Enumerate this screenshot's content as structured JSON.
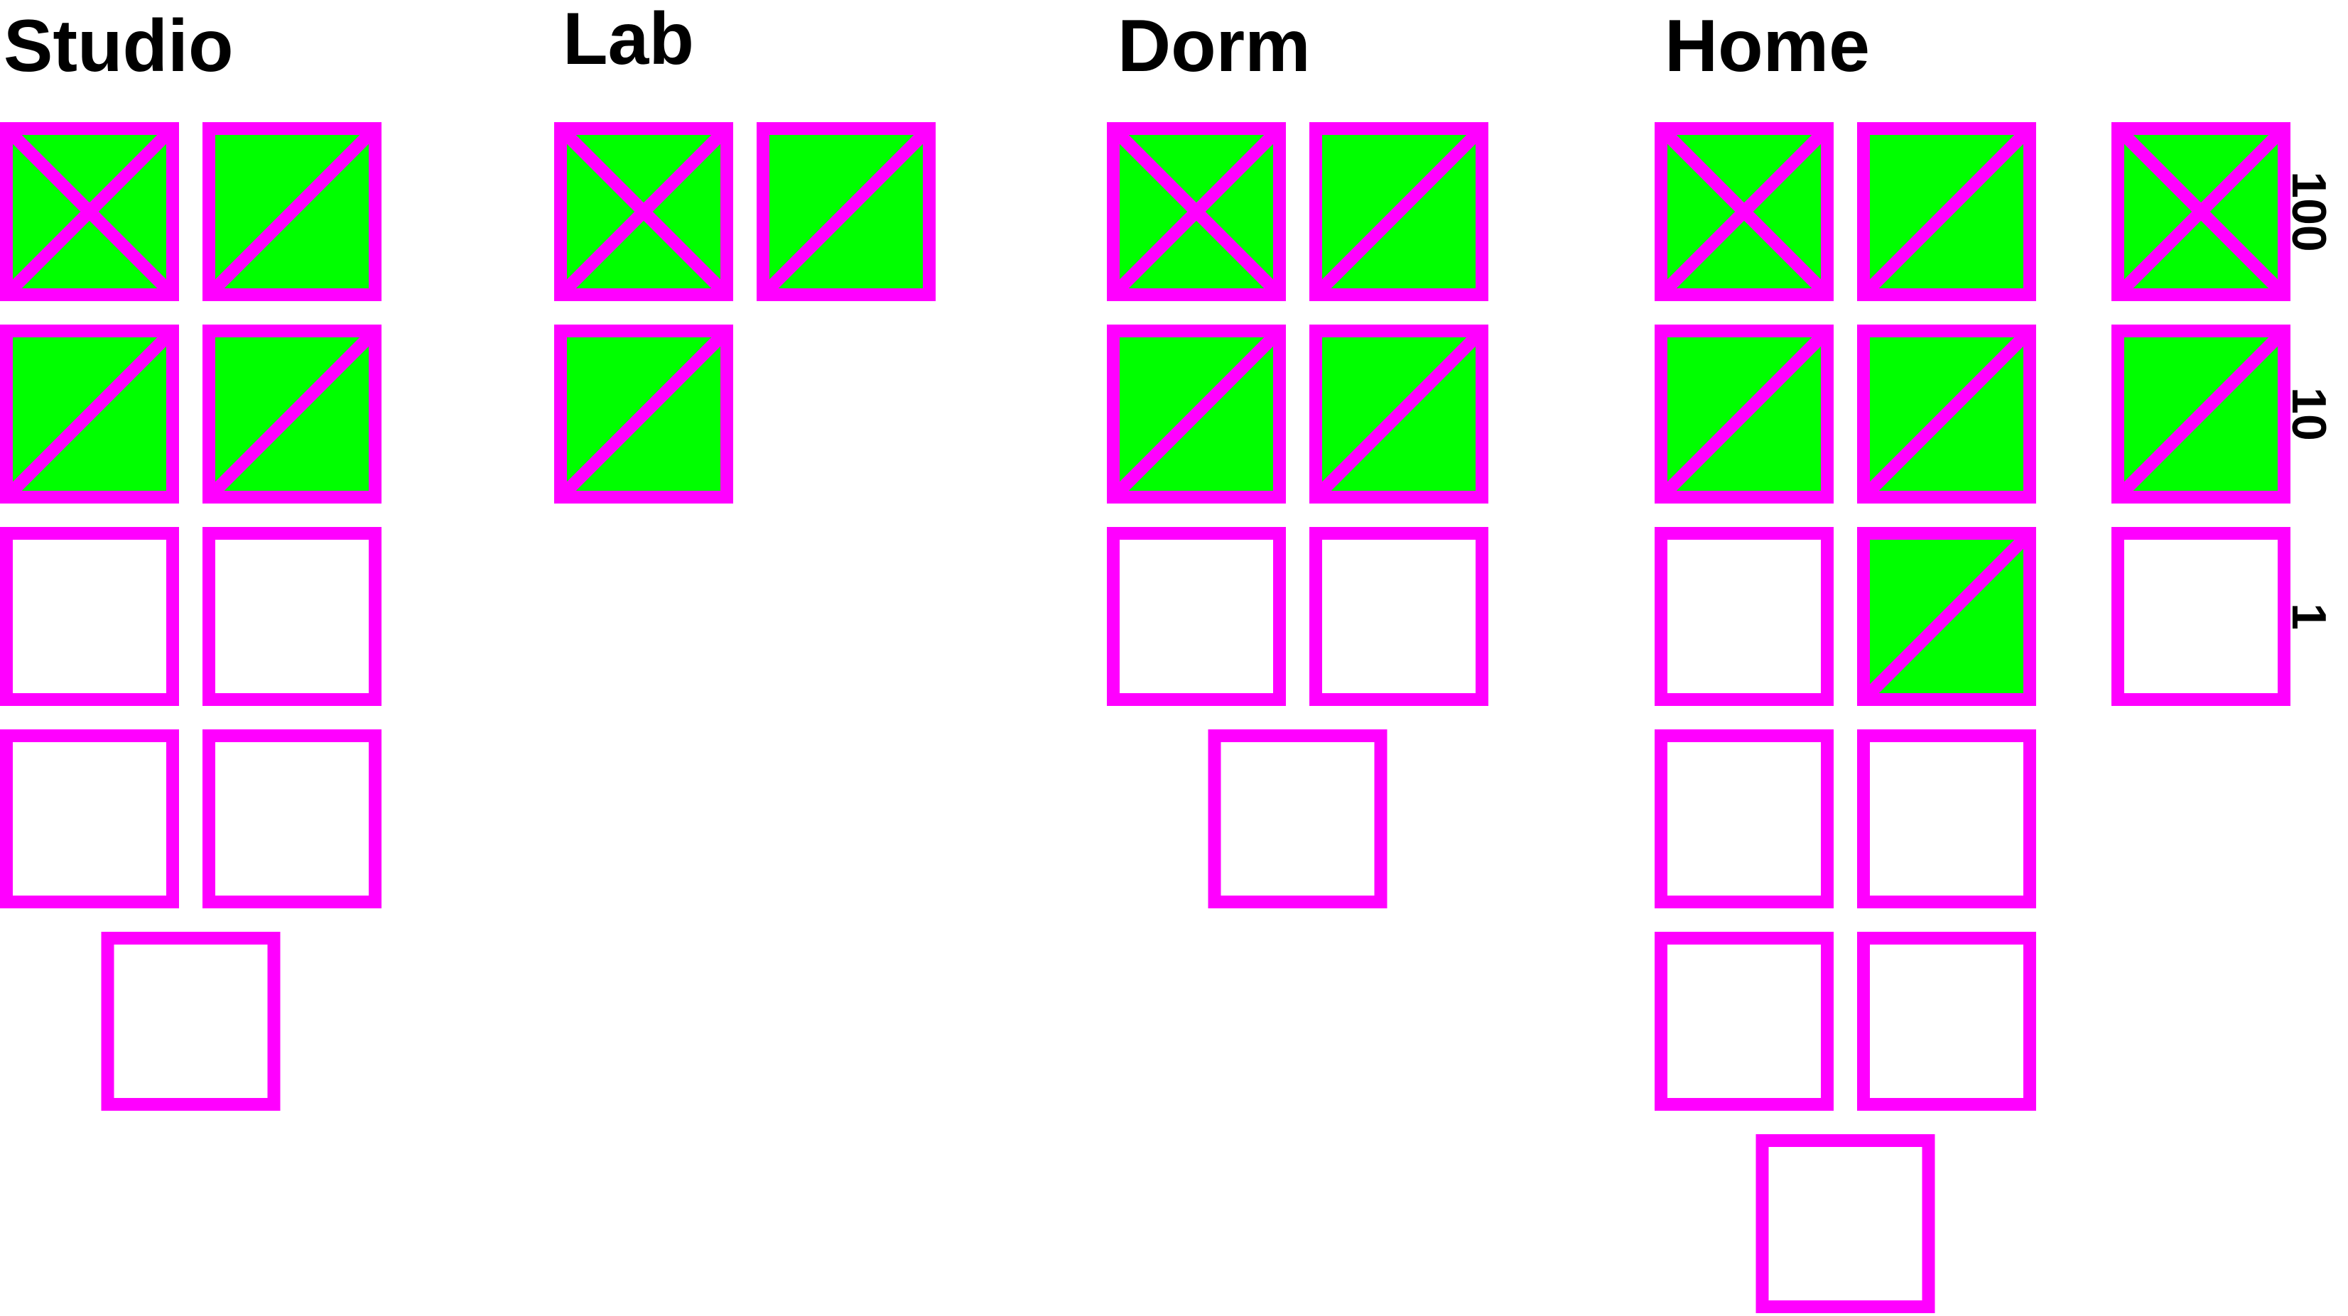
{
  "chart_data": {
    "type": "waffle",
    "groups": [
      {
        "name": "Studio",
        "cells": [
          {
            "mark": "x",
            "filled": true
          },
          {
            "mark": "slash",
            "filled": true
          },
          {
            "mark": "slash",
            "filled": true
          },
          {
            "mark": "slash",
            "filled": true
          },
          {
            "mark": "none",
            "filled": false
          },
          {
            "mark": "none",
            "filled": false
          },
          {
            "mark": "none",
            "filled": false
          },
          {
            "mark": "none",
            "filled": false
          },
          {
            "mark": "none",
            "filled": false
          }
        ]
      },
      {
        "name": "Lab",
        "cells": [
          {
            "mark": "x",
            "filled": true
          },
          {
            "mark": "slash",
            "filled": true
          },
          {
            "mark": "slash",
            "filled": true
          }
        ]
      },
      {
        "name": "Dorm",
        "cells": [
          {
            "mark": "x",
            "filled": true
          },
          {
            "mark": "slash",
            "filled": true
          },
          {
            "mark": "slash",
            "filled": true
          },
          {
            "mark": "slash",
            "filled": true
          },
          {
            "mark": "none",
            "filled": false
          },
          {
            "mark": "none",
            "filled": false
          },
          {
            "mark": "none",
            "filled": false
          }
        ]
      },
      {
        "name": "Home",
        "cells": [
          {
            "mark": "x",
            "filled": true
          },
          {
            "mark": "slash",
            "filled": true
          },
          {
            "mark": "slash",
            "filled": true
          },
          {
            "mark": "slash",
            "filled": true
          },
          {
            "mark": "none",
            "filled": false
          },
          {
            "mark": "slash",
            "filled": true
          },
          {
            "mark": "none",
            "filled": false
          },
          {
            "mark": "none",
            "filled": false
          },
          {
            "mark": "none",
            "filled": false
          },
          {
            "mark": "none",
            "filled": false
          },
          {
            "mark": "none",
            "filled": false
          }
        ]
      }
    ],
    "legend": {
      "placement": "right",
      "items": [
        {
          "label": "100",
          "mark": "x",
          "filled": true
        },
        {
          "label": "10",
          "mark": "slash",
          "filled": true
        },
        {
          "label": "1",
          "mark": "none",
          "filled": false
        }
      ]
    },
    "colors": {
      "stroke": "#ff00ff",
      "fill": "#00ff00",
      "empty": "#ffffff",
      "text": "#000000"
    }
  }
}
